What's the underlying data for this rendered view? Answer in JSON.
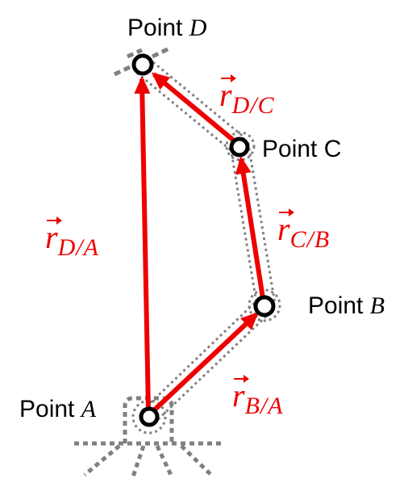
{
  "colors": {
    "vector": "#ee0000",
    "outline": "#808080",
    "point": "#000000",
    "background": "#ffffff"
  },
  "points": {
    "A": {
      "label_word": "Point",
      "label_letter": "A"
    },
    "B": {
      "label_word": "Point",
      "label_letter": "B"
    },
    "C": {
      "label_word": "Point C",
      "label_letter": ""
    },
    "D": {
      "label_word": "Point",
      "label_letter": "D"
    }
  },
  "vectors": {
    "r_D_A": {
      "symbol": "r",
      "subscript": "D/A"
    },
    "r_C_B": {
      "symbol": "r",
      "subscript": "C/B"
    },
    "r_D_C": {
      "symbol": "r",
      "subscript": "D/C"
    },
    "r_B_A": {
      "symbol": "r",
      "subscript": "B/A"
    }
  }
}
